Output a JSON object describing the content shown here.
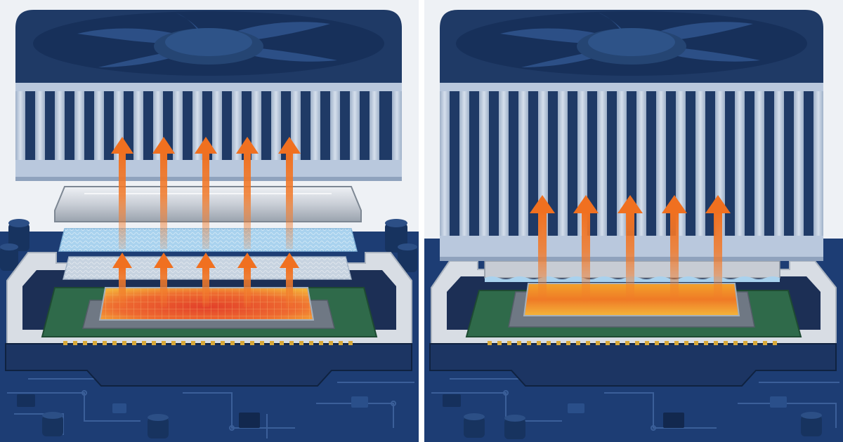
{
  "colors": {
    "background": "#eef1f5",
    "board": "#1d3d74",
    "board_trace": "#3b5f99",
    "fan_housing": "#1f3a66",
    "fan_blade": "#2c4f86",
    "heatsink_fin": "#b9c8dd",
    "heatsink_gap": "#1f3a66",
    "socket_frame": "#d8dde4",
    "socket_dark": "#1c2f55",
    "substrate": "#2f6a4a",
    "contact_gold": "#d9a93a",
    "spreader_silver": "#c9ced6",
    "thermal_pad_blue": "#a9d2ee",
    "thermal_pad_gray": "#c7d3e0",
    "die_hot": "#e85a2e",
    "die_warm": "#f59a2a",
    "arrow_orange": "#f27a2a"
  },
  "panels": [
    {
      "id": "left",
      "layers": [
        "fan",
        "heatsink",
        "heat-spreader",
        "thermal-pad-blue",
        "thermal-pad-gray",
        "cpu-die",
        "substrate",
        "socket"
      ],
      "upper_arrow_count": 5,
      "lower_arrow_count": 5,
      "die_style": "grid"
    },
    {
      "id": "right",
      "layers": [
        "fan",
        "heatsink",
        "thin-thermal-interface",
        "cpu-die",
        "substrate",
        "socket"
      ],
      "upper_arrow_count": 5,
      "lower_arrow_count": 0,
      "die_style": "solid"
    }
  ],
  "icons": [
    "fan-icon",
    "heatsink-icon",
    "heat-arrow-icon",
    "cpu-chip-icon",
    "capacitor-icon",
    "circuit-trace-icon"
  ]
}
